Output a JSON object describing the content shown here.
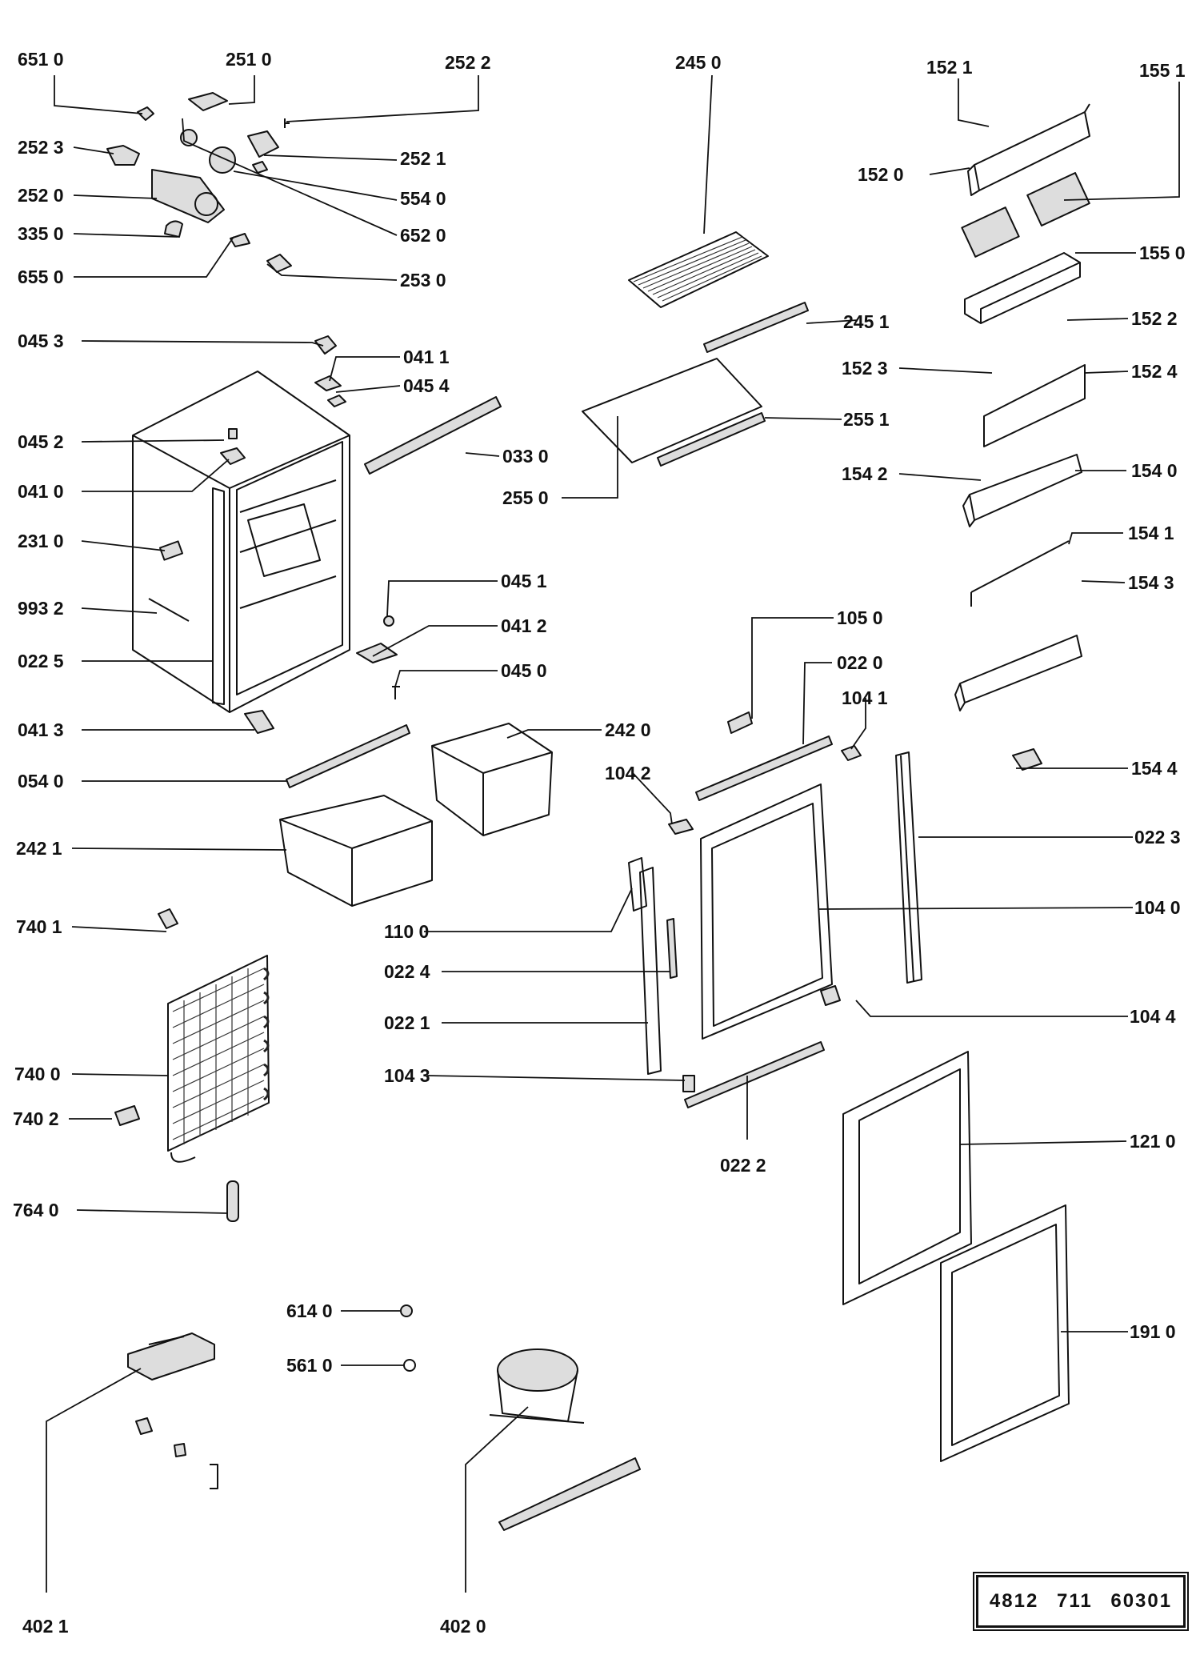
{
  "labels": {
    "p6510": "651 0",
    "p2510": "251 0",
    "p2522": "252  2",
    "p2450": "245  0",
    "p1521": "152  1",
    "p1551": "155 1",
    "p2523": "252 3",
    "p2521": "252 1",
    "p1520": "152  0",
    "p2520": "252 0",
    "p5540": "554 0",
    "p3350": "335 0",
    "p6520": "652 0",
    "p6550": "655 0",
    "p2530": "253 0",
    "p1550": "155 0",
    "p0453": "045  3",
    "p0411": "041 1",
    "p2451": "245 1",
    "p1522": "152 2",
    "p0454": "045 4",
    "p1523": "152  3",
    "p1524": "152 4",
    "p0452": "045  2",
    "p2551": "255 1",
    "p0330": "033 0",
    "p0410": "041 0",
    "p1542": "154  2",
    "p1540": "154 0",
    "p2550": "255 0",
    "p2310": "231 0",
    "p1541": "154 1",
    "p0451": "045 1",
    "p1543": "154 3",
    "p9932": "993 2",
    "p0412": "041 2",
    "p1050": "105 0",
    "p0225": "022 5",
    "p0450": "045 0",
    "p0220": "022 0",
    "p1041": "104 1",
    "p0413": "041 3",
    "p2420": "242 0",
    "p0540": "054 0",
    "p1042": "104 2",
    "p1544": "154 4",
    "p2421": "242 1",
    "p0223": "022 3",
    "p7401": "740 1",
    "p1100": "110 0",
    "p1040": "104 0",
    "p0224": "022 4",
    "p0221": "022 1",
    "p1044": "104 4",
    "p7400": "740 0",
    "p1043": "104  3",
    "p7402": "740 2",
    "p0222": "022 2",
    "p1210": "121 0",
    "p7640": "764 0",
    "p6140": "614 0",
    "p1910": "191 0",
    "p5610": "561 0",
    "p4021": "402  1",
    "p4020": "402  0"
  },
  "document_number": "4812  711  60301"
}
